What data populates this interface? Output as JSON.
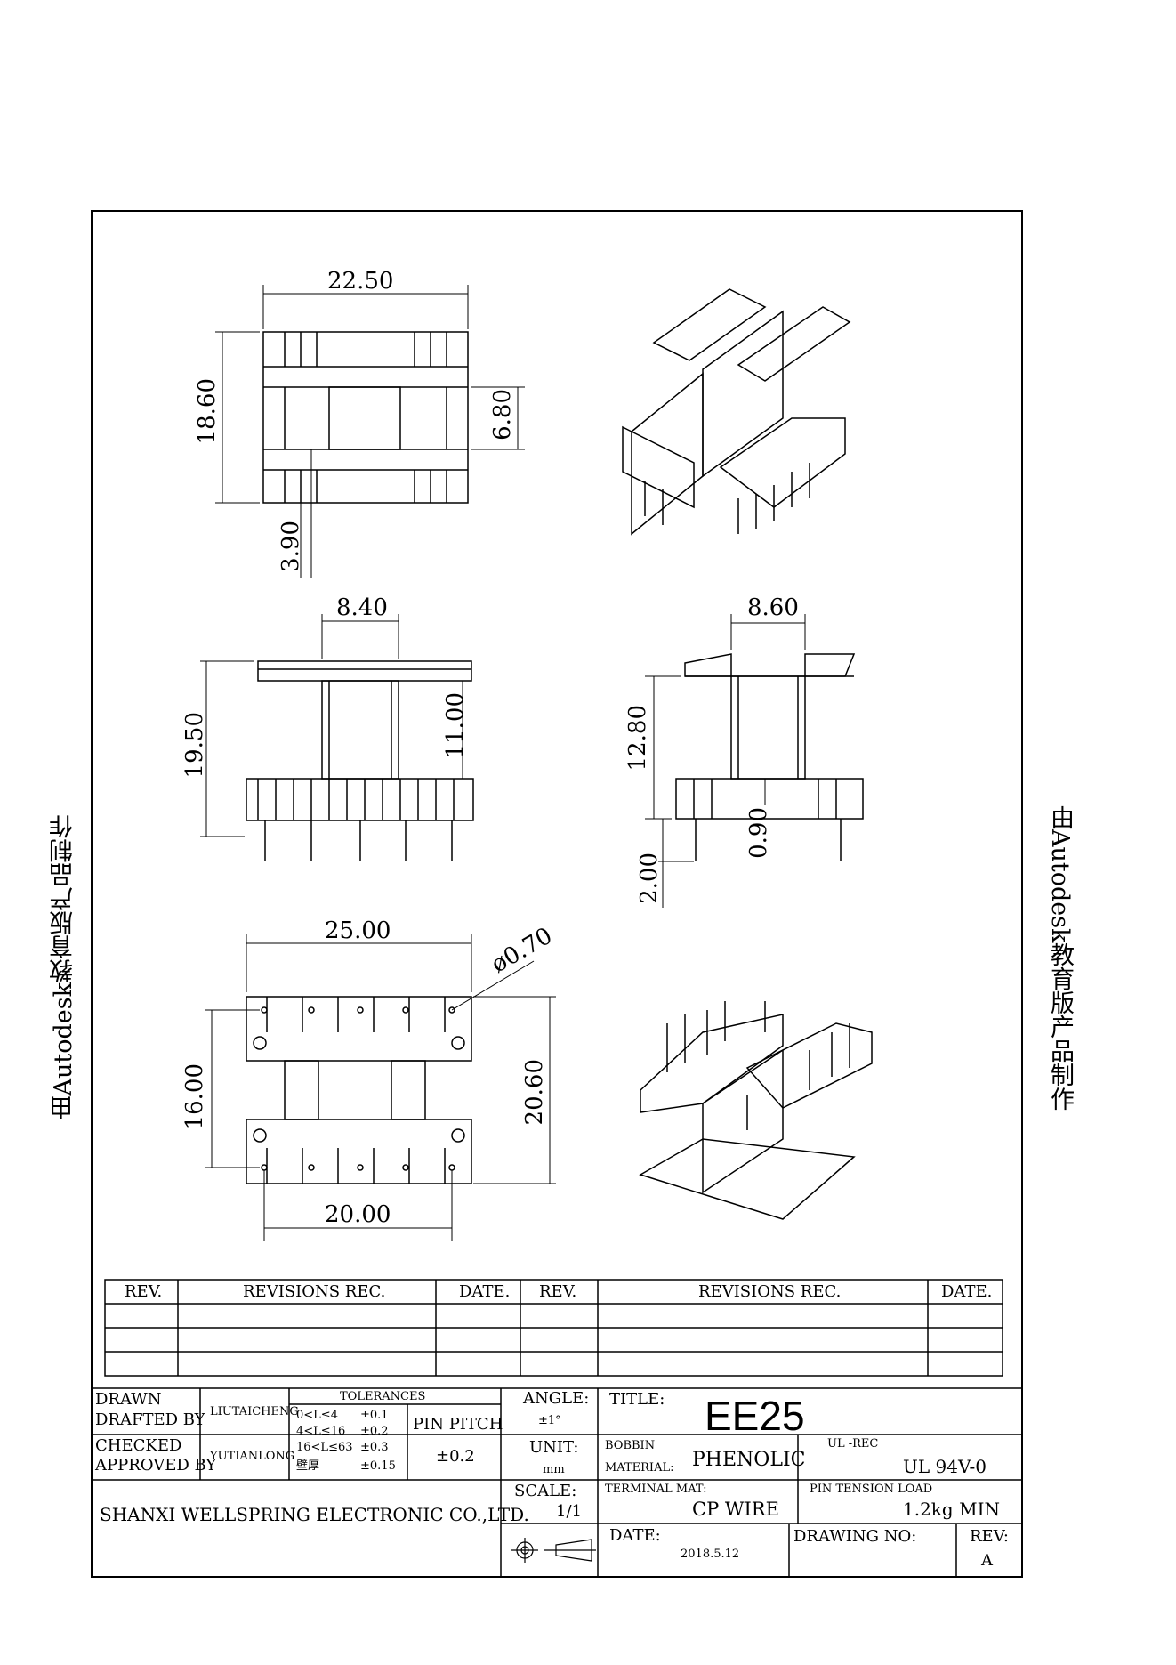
{
  "side_note": "由Autodesk教育版产品制作",
  "dimensions": {
    "top_width": "22.50",
    "top_height": "18.60",
    "top_core": "6.80",
    "top_flange": "3.90",
    "front_core_width": "8.40",
    "front_height": "19.50",
    "front_core_height": "11.00",
    "side_core_width": "8.60",
    "side_height": "12.80",
    "side_base": "0.90",
    "side_pin": "2.00",
    "bottom_width": "25.00",
    "pin_diameter": "ø0.70",
    "bottom_pin_span": "16.00",
    "bottom_height": "20.60",
    "bottom_pitch": "20.00"
  },
  "revisions": {
    "headers": [
      "REV.",
      "REVISIONS REC.",
      "DATE.",
      "REV.",
      "REVISIONS REC.",
      "DATE."
    ]
  },
  "title_block": {
    "drawn": "DRAWN",
    "drafted_by": "DRAFTED BY",
    "drafter": "LIUTAICHENG",
    "checked": "CHECKED",
    "approved_by": "APPROVED BY",
    "approver": "YUTIANLONG",
    "tolerances_label": "TOLERANCES",
    "tol_rows": [
      {
        "range": "0<L≤4",
        "value": "±0.1"
      },
      {
        "range": "4<L≤16",
        "value": "±0.2"
      },
      {
        "range": "16<L≤63",
        "value": "±0.3"
      },
      {
        "range": "壁厚",
        "value": "±0.15"
      }
    ],
    "pin_pitch_label": "PIN PITCH",
    "pin_pitch_value": "±0.2",
    "angle_label": "ANGLE:",
    "angle_value": "±1°",
    "unit_label": "UNIT:",
    "unit_value": "mm",
    "scale_label": "SCALE:",
    "scale_value": "1/1",
    "title_label": "TITLE:",
    "title_value": "EE25",
    "bobbin_label": "BOBBIN",
    "material_label": "MATERIAL:",
    "material_value": "PHENOLIC",
    "ul_label": "UL -REC",
    "ul_value": "UL  94V-0",
    "terminal_label": "TERMINAL MAT:",
    "terminal_value": "CP WIRE",
    "pin_tension_label": "PIN TENSION LOAD",
    "pin_tension_value": "1.2kg MIN",
    "company": "SHANXI WELLSPRING ELECTRONIC CO.,LTD.",
    "date_label": "DATE:",
    "date_value": "2018.5.12",
    "drawing_no_label": "DRAWING  NO:",
    "rev_label": "REV:",
    "rev_value": "A"
  }
}
